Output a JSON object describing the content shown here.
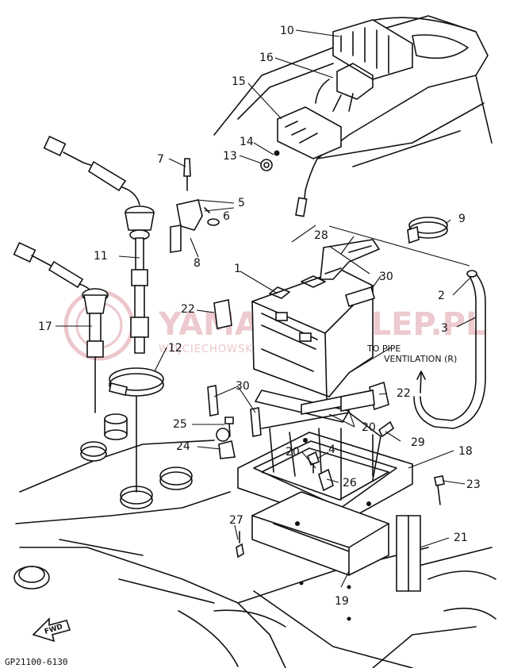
{
  "watermark": {
    "brand": "YAMAHA-SKLEP.PL",
    "sub": "WOJCIECHOWSKI ... YAMAHA"
  },
  "diagram_code": "GP21100-6130",
  "fwd_label": "FWD",
  "note": {
    "line1": "TO PIPE",
    "line2": "VENTILATION (R)"
  },
  "callouts": {
    "c1": "1",
    "c2": "2",
    "c3": "3",
    "c4": "4",
    "c5": "5",
    "c6": "6",
    "c7": "7",
    "c8": "8",
    "c9": "9",
    "c10": "10",
    "c11": "11",
    "c12": "12",
    "c13": "13",
    "c14": "14",
    "c15": "15",
    "c16": "16",
    "c17": "17",
    "c18": "18",
    "c19": "19",
    "c20a": "20",
    "c20b": "20",
    "c21": "21",
    "c22a": "22",
    "c22b": "22",
    "c23": "23",
    "c24": "24",
    "c25": "25",
    "c26": "26",
    "c27": "27",
    "c28": "28",
    "c29": "29",
    "c30a": "30",
    "c30b": "30"
  },
  "colors": {
    "line": "#111111",
    "watermark": "#e7b9bf",
    "background": "#ffffff"
  }
}
